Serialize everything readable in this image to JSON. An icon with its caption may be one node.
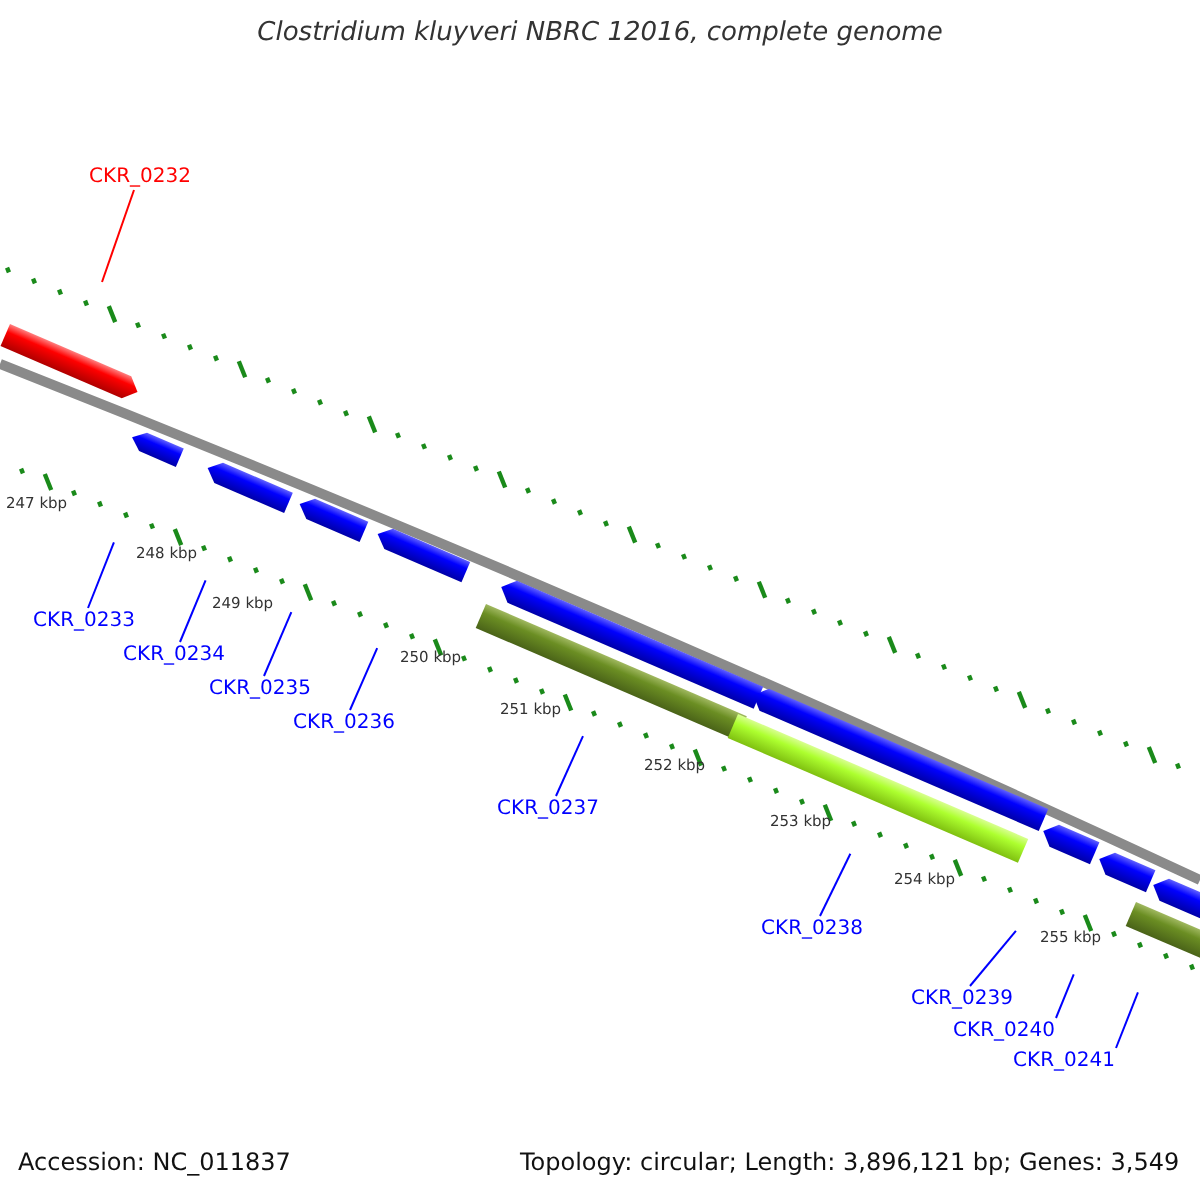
{
  "diagram": {
    "title": "Clostridium kluyveri NBRC 12016, complete genome",
    "nodes": [
      {
        "text": [
          "CKR_0232"
        ]
      },
      {
        "text": [
          "CKR_0233"
        ]
      },
      {
        "text": [
          "CKR_0234"
        ]
      },
      {
        "text": [
          "CKR_0235"
        ]
      },
      {
        "text": [
          "CKR_0236"
        ]
      },
      {
        "text": [
          "CKR_0237"
        ]
      },
      {
        "text": [
          "CKR_0238"
        ]
      },
      {
        "text": [
          "CKR_0239"
        ]
      },
      {
        "text": [
          "CKR_0240"
        ]
      },
      {
        "text": [
          "CKR_0241"
        ]
      }
    ],
    "edges": [
      {
        "from": 0,
        "to": null,
        "arrow": "none",
        "color": "#ff0000"
      },
      {
        "from": 1,
        "to": null,
        "arrow": "none"
      },
      {
        "from": 2,
        "to": null,
        "arrow": "none"
      },
      {
        "from": 3,
        "to": null,
        "arrow": "none"
      },
      {
        "from": 4,
        "to": null,
        "arrow": "none"
      },
      {
        "from": 5,
        "to": null,
        "arrow": "none"
      },
      {
        "from": 6,
        "to": null,
        "arrow": "none"
      },
      {
        "from": 7,
        "to": null,
        "arrow": "none"
      },
      {
        "from": 8,
        "to": null,
        "arrow": "none"
      },
      {
        "from": 9,
        "to": null,
        "arrow": "none"
      }
    ],
    "labels": [
      "247 kbp",
      "248 kbp",
      "249 kbp",
      "250 kbp",
      "251 kbp",
      "252 kbp",
      "253 kbp",
      "254 kbp",
      "255 kbp",
      "Accession: NC_011837",
      "Topology: circular; Length: 3,896,121 bp; Genes: 3,549"
    ]
  }
}
